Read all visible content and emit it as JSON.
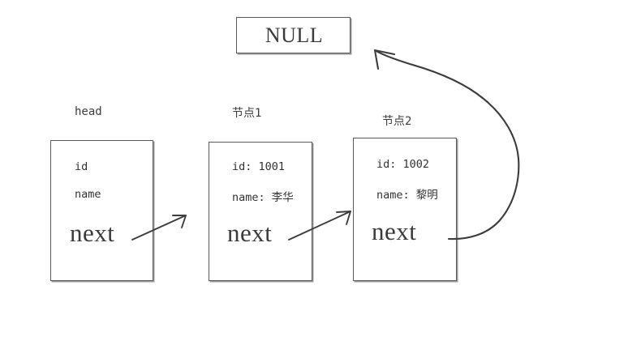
{
  "diagram": {
    "title": "linked-list-diagram",
    "terminator": {
      "label": "NULL"
    },
    "nodes": [
      {
        "caption": "head",
        "fields": [
          {
            "text": "id"
          },
          {
            "text": "name"
          }
        ],
        "pointer_label": "next"
      },
      {
        "caption": "节点1",
        "fields": [
          {
            "text": "id: 1001"
          },
          {
            "text": "name: 李华"
          }
        ],
        "pointer_label": "next"
      },
      {
        "caption": "节点2",
        "fields": [
          {
            "text": "id: 1002"
          },
          {
            "text": "name: 黎明"
          }
        ],
        "pointer_label": "next"
      }
    ],
    "colors": {
      "stroke": "#3c3c3c",
      "box_border": "#5a5a5a",
      "box_shadow": "#9a9a9a",
      "text": "#333333",
      "background": "#ffffff"
    }
  }
}
